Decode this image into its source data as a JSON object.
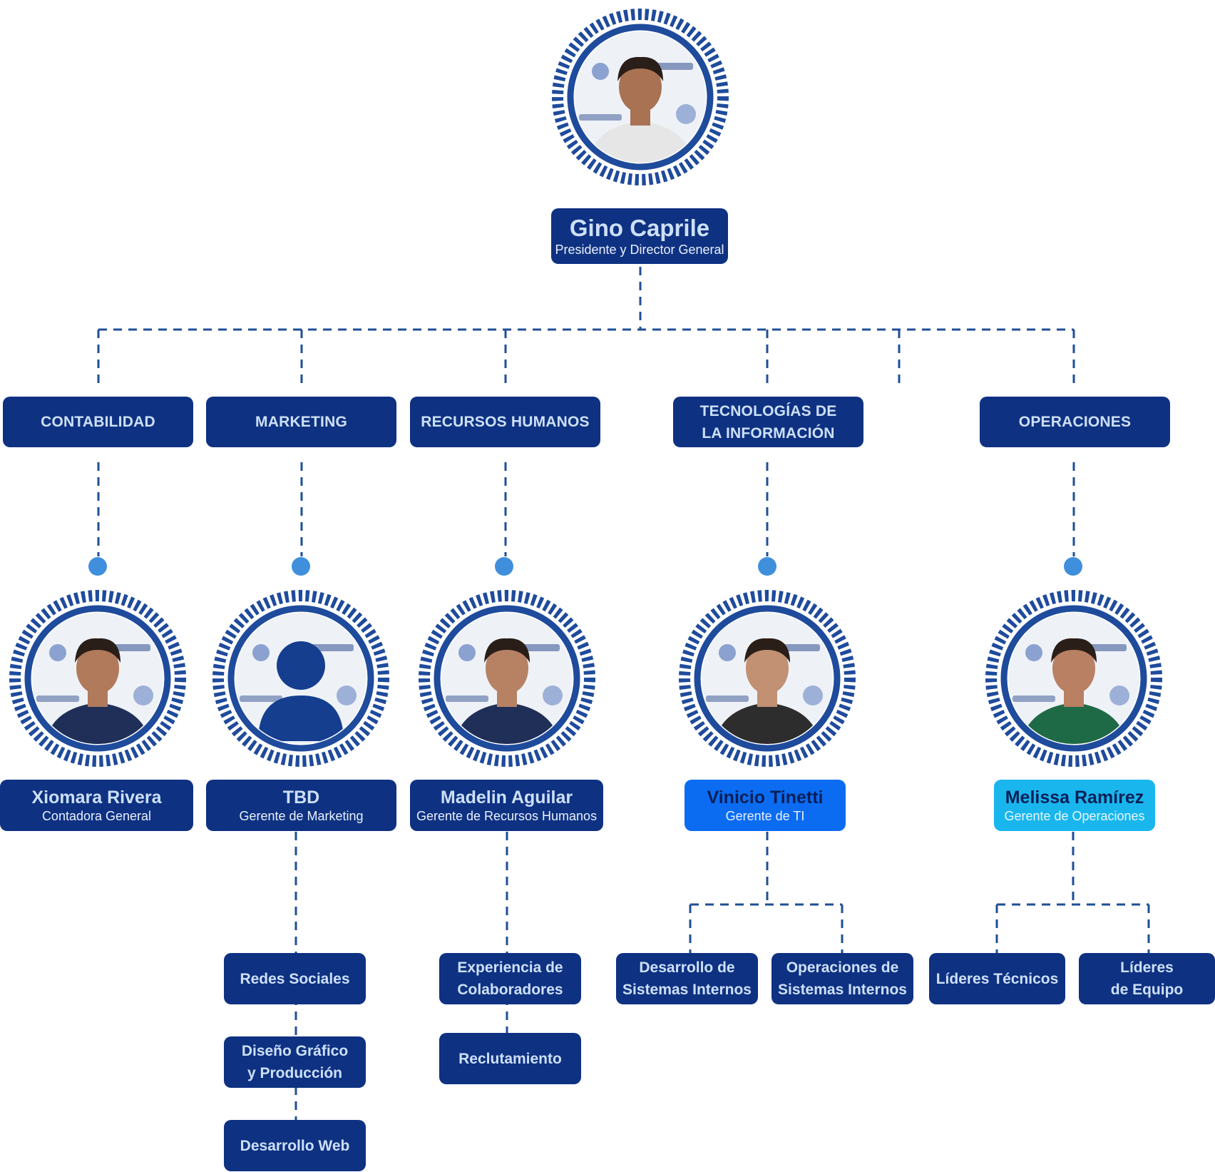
{
  "colors": {
    "navy": "#0e3182",
    "line": "#1f4f96",
    "dot": "#3f8fdc",
    "text_light": "#cde0f8",
    "it_box": "#0b6cf2",
    "ops_box": "#19b6ee",
    "ring": "#1f4b9c"
  },
  "president": {
    "name": "Gino Caprile",
    "role": "Presidente y Director General",
    "photo": "person-photo"
  },
  "departments": [
    {
      "label": "CONTABILIDAD"
    },
    {
      "label": "MARKETING"
    },
    {
      "label": "RECURSOS HUMANOS"
    },
    {
      "label": "TECNOLOGÍAS DE\nLA INFORMACIÓN"
    },
    {
      "label": "OPERACIONES"
    }
  ],
  "managers": [
    {
      "name": "Xiomara Rivera",
      "role": "Contadora General",
      "photo": "person-photo"
    },
    {
      "name": "TBD",
      "role": "Gerente de Marketing",
      "photo": "user-placeholder-icon"
    },
    {
      "name": "Madelin Aguilar",
      "role": "Gerente de Recursos Humanos",
      "photo": "person-photo"
    },
    {
      "name": "Vinicio Tinetti",
      "role": "Gerente de TI",
      "photo": "person-photo"
    },
    {
      "name": "Melissa Ramírez",
      "role": "Gerente de Operaciones",
      "photo": "person-photo"
    }
  ],
  "teams": {
    "marketing": [
      "Redes Sociales",
      "Diseño Gráfico\ny Producción",
      "Desarrollo Web"
    ],
    "rrhh": [
      "Experiencia de\nColaboradores",
      "Reclutamiento"
    ],
    "ti": [
      "Desarrollo de\nSistemas Internos",
      "Operaciones de\nSistemas Internos"
    ],
    "operaciones": [
      "Líderes Técnicos",
      "Líderes\nde Equipo"
    ]
  }
}
